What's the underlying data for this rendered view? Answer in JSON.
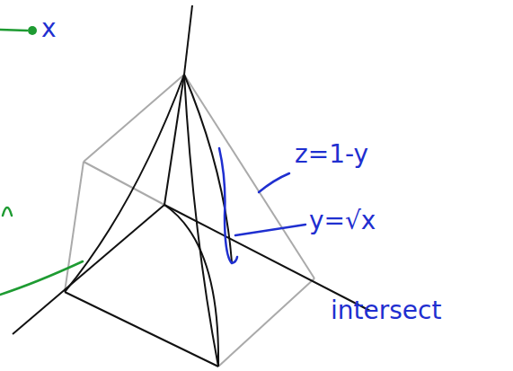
{
  "diagram": {
    "labels": [
      "x",
      "z=1-y",
      "y=√x",
      "intersect"
    ]
  }
}
